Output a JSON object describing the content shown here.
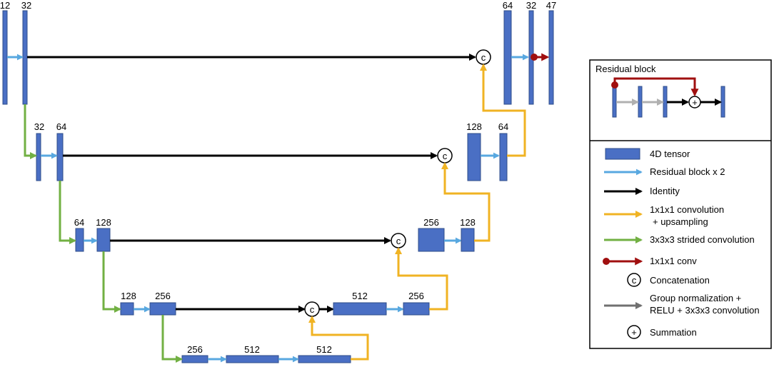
{
  "colors": {
    "tensor_fill": "#4a6fc4",
    "tensor_stroke": "#2f4d8a",
    "residual": "#58a8e0",
    "identity": "#000000",
    "upsample": "#f0b323",
    "strided": "#72b043",
    "conv1x1": "#a00f0f",
    "groupnorm": "#b0b0b0",
    "legend_gray": "#707070"
  },
  "encoder": {
    "level1": {
      "in": "12",
      "out": "32"
    },
    "level2": {
      "in": "32",
      "out": "64"
    },
    "level3": {
      "in": "64",
      "out": "128"
    },
    "level4": {
      "in": "128",
      "out": "256"
    },
    "level5": {
      "a": "256",
      "b": "512",
      "c": "512"
    }
  },
  "decoder": {
    "level4": {
      "concat": "512",
      "up": "256"
    },
    "level3": {
      "concat": "256",
      "up": "128"
    },
    "level2": {
      "concat": "128",
      "up": "64"
    },
    "level1": {
      "concat": "64",
      "out": "32",
      "final": "47"
    }
  },
  "concat_symbol": "c",
  "sum_symbol": "+",
  "residual_block": {
    "title": "Residual block"
  },
  "legend": {
    "tensor": "4D tensor",
    "residual": "Residual block x 2",
    "identity": "Identity",
    "upsample_line1": "1x1x1 convolution",
    "upsample_line2": "+ upsampling",
    "strided": "3x3x3 strided convolution",
    "conv1x1": "1x1x1 conv",
    "concat": "Concatenation",
    "groupnorm_line1": "Group normalization +",
    "groupnorm_line2": "RELU + 3x3x3 convolution",
    "summation": "Summation"
  }
}
